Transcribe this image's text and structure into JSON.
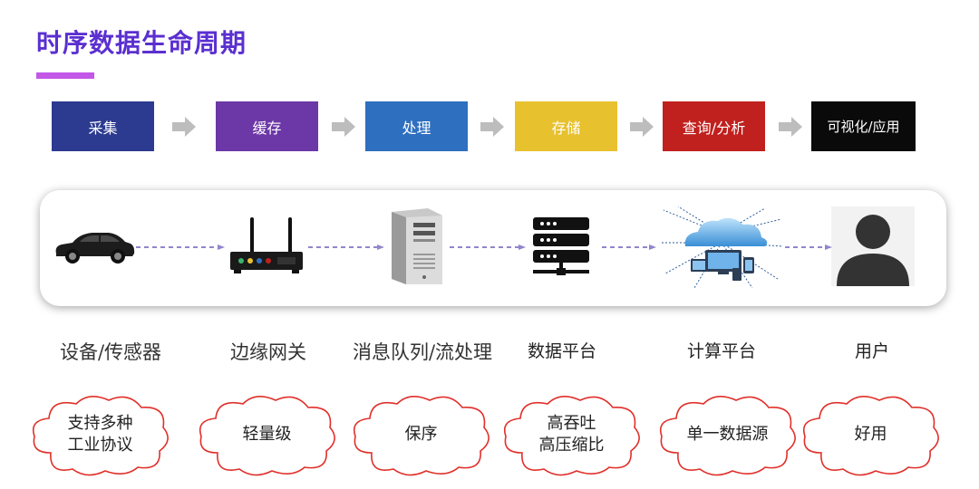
{
  "page": {
    "title": "时序数据生命周期"
  },
  "stages": [
    {
      "label": "采集",
      "color": "#2c3a8f"
    },
    {
      "label": "缓存",
      "color": "#6c37a6"
    },
    {
      "label": "处理",
      "color": "#2e6fc0"
    },
    {
      "label": "存储",
      "color": "#e8c12f"
    },
    {
      "label": "查询/分析",
      "color": "#c0211e"
    },
    {
      "label": "可视化/应用",
      "color": "#0a0a0a"
    }
  ],
  "components": [
    {
      "label": "设备/传感器",
      "icon": "car-icon"
    },
    {
      "label": "边缘网关",
      "icon": "router-icon"
    },
    {
      "label": "消息队列/流处理",
      "icon": "server-tower-icon"
    },
    {
      "label": "数据平台",
      "icon": "database-server-icon"
    },
    {
      "label": "计算平台",
      "icon": "cloud-computing-icon"
    },
    {
      "label": "用户",
      "icon": "user-icon"
    }
  ],
  "features": [
    {
      "text": "支持多种\n工业协议"
    },
    {
      "text": "轻量级"
    },
    {
      "text": "保序"
    },
    {
      "text": "高吞吐\n高压缩比"
    },
    {
      "text": "单一数据源"
    },
    {
      "text": "好用"
    }
  ],
  "colors": {
    "title": "#5b2fd0",
    "title_bar": "#c257e8",
    "arrow": "#bdbdbd",
    "dash": "#8f86cc",
    "cloud_stroke": "#e0302a"
  }
}
